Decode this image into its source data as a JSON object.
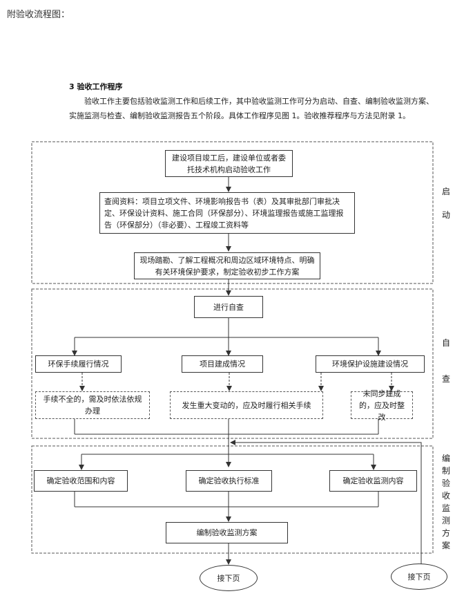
{
  "page_title": "附验收流程图：",
  "section_title": "3 验收工作程序",
  "intro_text": "验收工作主要包括验收监测工作和后续工作，其中验收监测工作可分为启动、自查、编制验收监测方案、实施监测与检查、编制验收监测报告五个阶段。具体工作程序见图 1。验收推荐程序与方法见附录 1。",
  "phases": {
    "start": [
      "启",
      "动"
    ],
    "self_check": [
      "自",
      "查"
    ],
    "plan": [
      "编",
      "制",
      "验",
      "收",
      "监",
      "测",
      "方",
      "案"
    ]
  },
  "boxes": {
    "start_1": "建设项目竣工后，建设单位或者委托技术机构启动验收工作",
    "start_2": "查阅资料：项目立项文件、环境影响报告书（表）及其审批部门审批决定、环保设计资料、施工合同（环保部分）、环境监理报告或施工监理报告（环保部分）（非必要）、工程竣工资料等",
    "start_3": "现场踏勘、了解工程概况和周边区域环境特点、明确有关环境保护要求，制定验收初步工作方案",
    "self_check_main": "进行自查",
    "check_a": "环保手续履行情况",
    "check_b": "项目建成情况",
    "check_c": "环境保护设施建设情况",
    "note_a": "手续不全的，需及时依法依规办理",
    "note_b": "发生重大变动的，应及时履行相关手续",
    "note_c": "未同步建成的，应及时整改",
    "plan_a": "确定验收范围和内容",
    "plan_b": "确定验收执行标准",
    "plan_c": "确定验收监测内容",
    "plan_main": "编制验收监测方案",
    "next_1": "接下页",
    "next_2": "接下页"
  }
}
